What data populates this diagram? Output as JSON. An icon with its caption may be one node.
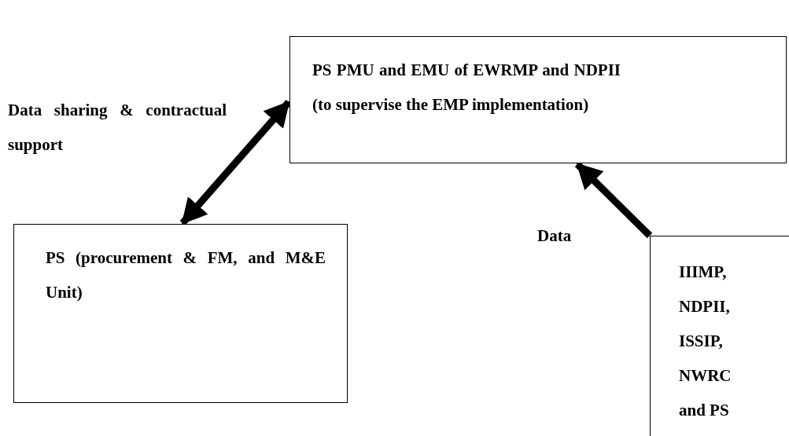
{
  "diagram": {
    "nodes": [
      {
        "text": [
          "PS PMU and EMU of EWRMP and NDPII (to supervise the EMP implementation)"
        ]
      },
      {
        "text": [
          "PS (procurement & FM, and M&E Unit)"
        ]
      },
      {
        "text": [
          "IIIMP, NDPII, ISSIP, NWRC and PS"
        ]
      }
    ],
    "edges": [
      {
        "from": 1,
        "to": 0,
        "arrow": "both",
        "label": "Data sharing & contractual support"
      },
      {
        "from": 2,
        "to": 0,
        "arrow": "to",
        "label": "Data"
      }
    ]
  }
}
